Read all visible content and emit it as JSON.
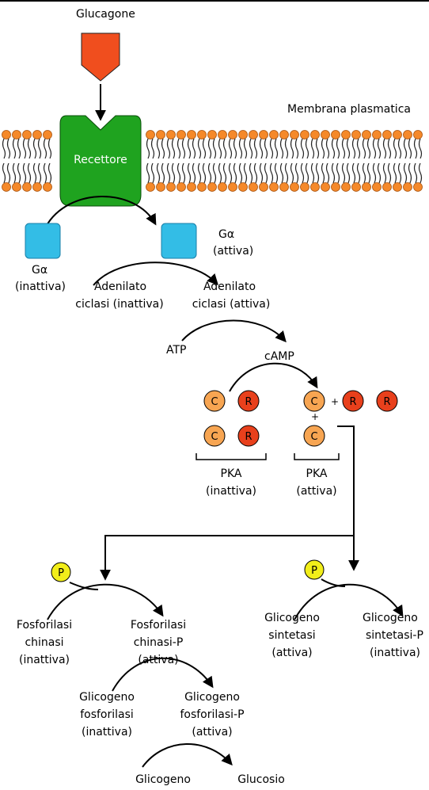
{
  "title_top": "Glucagone",
  "membrane_label": "Membrana plasmatica",
  "receptor_label": "Recettore",
  "g_alpha_inactive": {
    "symbol": "Gα",
    "state": "(inattiva)"
  },
  "g_alpha_active": {
    "symbol": "Gα",
    "state": "(attiva)"
  },
  "adenylate_inactive": [
    "Adenilato",
    "ciclasi (inattiva)"
  ],
  "adenylate_active": [
    "Adenilato",
    "ciclasi (attiva)"
  ],
  "atp": "ATP",
  "camp": "cAMP",
  "pka_c": "C",
  "pka_r": "R",
  "plus": "+",
  "pka_inactive": [
    "PKA",
    "(inattiva)"
  ],
  "pka_active": [
    "PKA",
    "(attiva)"
  ],
  "phosphate": "P",
  "phosphorylase_kinase_inactive": [
    "Fosforilasi",
    "chinasi",
    "(inattiva)"
  ],
  "phosphorylase_kinase_active": [
    "Fosforilasi",
    "chinasi-P",
    "(attiva)"
  ],
  "glycogen_synthase_active": [
    "Glicogeno",
    "sintetasi",
    "(attiva)"
  ],
  "glycogen_synthase_inactive": [
    "Glicogeno",
    "sintetasi-P",
    "(inattiva)"
  ],
  "glycogen_phosphorylase_inactive": [
    "Glicogeno",
    "fosforilasi",
    "(inattiva)"
  ],
  "glycogen_phosphorylase_active": [
    "Glicogeno",
    "fosforilasi-P",
    "(attiva)"
  ],
  "glycogen": "Glicogeno",
  "glucose": "Glucosio",
  "colors": {
    "glucagon": "#f04e1e",
    "receptor": "#1fa31f",
    "g_protein": "#33bde6",
    "membrane_head": "#f5892a",
    "pka_c": "#f7a552",
    "pka_r": "#e8401c",
    "phosphate": "#f2ee1a"
  }
}
